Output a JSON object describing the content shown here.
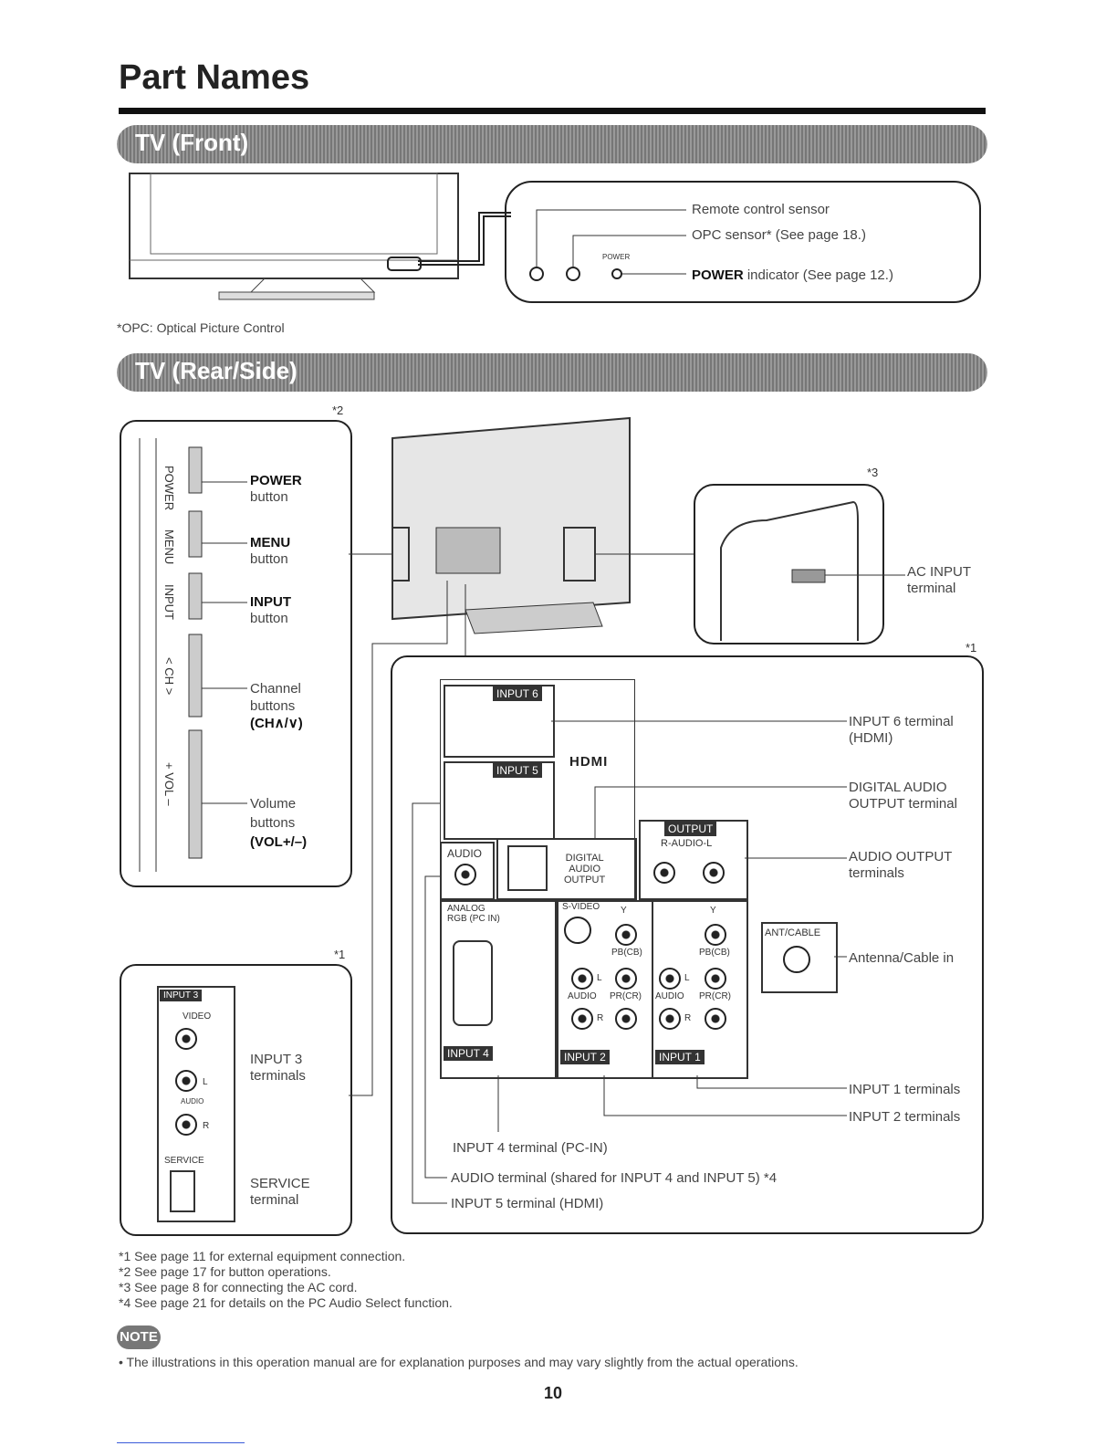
{
  "page_title": "Part Names",
  "sections": {
    "front": "TV (Front)",
    "rear": "TV (Rear/Side)"
  },
  "front": {
    "remote_sensor": "Remote control sensor",
    "opc_sensor": "OPC sensor* (See page 18.)",
    "power_small": "POWER",
    "power_indicator_bold": "POWER",
    "power_indicator_rest": " indicator (See page 12.)",
    "opc_note": "*OPC: Optical Picture Control"
  },
  "side_panel": {
    "ref": "*2",
    "strip_labels": [
      "POWER",
      "MENU",
      "INPUT",
      "< CH >",
      "+ VOL –"
    ],
    "power_bold": "POWER",
    "power_sub": "button",
    "menu_bold": "MENU",
    "menu_sub": "button",
    "input_bold": "INPUT",
    "input_sub": "button",
    "channel_1": "Channel",
    "channel_2": "buttons",
    "channel_3": "(CH∧/∨)",
    "volume_1": "Volume",
    "volume_2": "buttons",
    "volume_3": "(VOL+/–)"
  },
  "input3_panel": {
    "ref": "*1",
    "tab": "INPUT 3",
    "video": "VIDEO",
    "audio": "AUDIO",
    "l": "L",
    "r": "R",
    "service": "SERVICE",
    "input3_1": "INPUT 3",
    "input3_2": "terminals",
    "service_1": "SERVICE",
    "service_2": "terminal"
  },
  "ac_panel": {
    "ref": "*3",
    "label_1": "AC INPUT",
    "label_2": "terminal"
  },
  "rear_panel": {
    "ref": "*1",
    "input6_tab": "INPUT 6",
    "input5_tab": "INPUT 5",
    "hdmi_logo": "HDMI",
    "audio": "AUDIO",
    "digital_1": "DIGITAL",
    "digital_2": "AUDIO",
    "digital_3": "OUTPUT",
    "output_tab": "OUTPUT",
    "r_audio_l": "R-AUDIO-L",
    "analog_1": "ANALOG",
    "analog_2": "RGB (PC IN)",
    "input4_tab": "INPUT 4",
    "svideo": "S-VIDEO",
    "y": "Y",
    "pb": "PB(CB)",
    "pr": "PR(CR)",
    "l": "L",
    "r": "R",
    "input2_tab": "INPUT 2",
    "input1_tab": "INPUT 1",
    "ant_cable": "ANT/CABLE",
    "lbl_input6_1": "INPUT 6 terminal",
    "lbl_input6_2": "(HDMI)",
    "lbl_digital_1": "DIGITAL AUDIO",
    "lbl_digital_2": "OUTPUT terminal",
    "lbl_audio_out_1": "AUDIO OUTPUT",
    "lbl_audio_out_2": "terminals",
    "lbl_antenna": "Antenna/Cable in",
    "lbl_input1": "INPUT 1 terminals",
    "lbl_input2": "INPUT 2 terminals",
    "lbl_input4": "INPUT 4 terminal (PC-IN)",
    "lbl_audio_shared": "AUDIO terminal (shared for INPUT 4 and INPUT 5) *4",
    "lbl_input5": "INPUT 5 terminal (HDMI)"
  },
  "footnotes": [
    "*1 See page 11 for external equipment connection.",
    "*2 See page 17 for button operations.",
    "*3 See page 8 for connecting the AC cord.",
    "*4 See page 21 for details on the PC Audio Select function."
  ],
  "note_badge": "NOTE",
  "note_text": "• The illustrations in this operation manual are for explanation purposes and may vary slightly from the actual operations.",
  "page_number": "10"
}
